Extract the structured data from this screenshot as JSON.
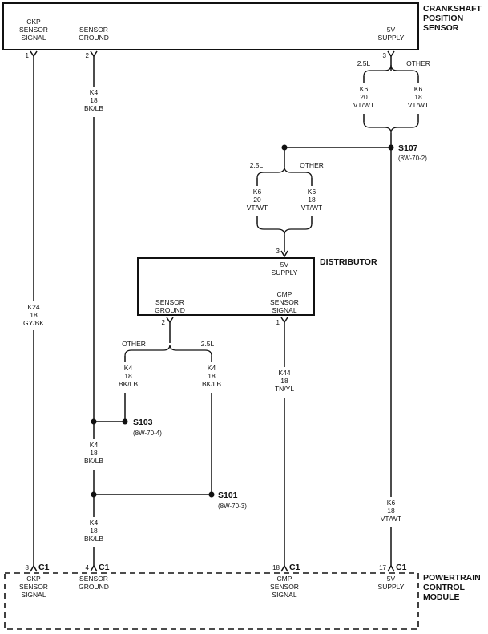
{
  "modules": {
    "ckp": {
      "title": [
        "CRANKSHAFT",
        "POSITION",
        "SENSOR"
      ],
      "pins": [
        {
          "num": "1",
          "label": [
            "CKP",
            "SENSOR",
            "SIGNAL"
          ]
        },
        {
          "num": "2",
          "label": [
            "SENSOR",
            "GROUND"
          ]
        },
        {
          "num": "3",
          "label": [
            "5V",
            "SUPPLY"
          ]
        }
      ]
    },
    "distributor": {
      "title": [
        "DISTRIBUTOR"
      ],
      "pins": [
        {
          "num": "3",
          "label": [
            "5V",
            "SUPPLY"
          ]
        },
        {
          "num": "2",
          "label": [
            "SENSOR",
            "GROUND"
          ]
        },
        {
          "num": "1",
          "label": [
            "CMP",
            "SENSOR",
            "SIGNAL"
          ]
        }
      ]
    },
    "pcm": {
      "title": [
        "POWERTRAIN",
        "CONTROL",
        "MODULE"
      ],
      "connector": "C1",
      "pins": [
        {
          "num": "8",
          "label": [
            "CKP",
            "SENSOR",
            "SIGNAL"
          ]
        },
        {
          "num": "4",
          "label": [
            "SENSOR",
            "GROUND"
          ]
        },
        {
          "num": "18",
          "label": [
            "CMP",
            "SENSOR",
            "SIGNAL"
          ]
        },
        {
          "num": "17",
          "label": [
            "5V",
            "SUPPLY"
          ]
        }
      ]
    }
  },
  "wires": {
    "ckp_signal": [
      "K24",
      "18",
      "GY/BK"
    ],
    "k4_main_top": [
      "K4",
      "18",
      "BK/LB"
    ],
    "k4_other": [
      "K4",
      "18",
      "BK/LB"
    ],
    "k4_25l": [
      "K4",
      "18",
      "BK/LB"
    ],
    "k4_mid": [
      "K4",
      "18",
      "BK/LB"
    ],
    "k4_bottom": [
      "K4",
      "18",
      "BK/LB"
    ],
    "k44": [
      "K44",
      "18",
      "TN/YL"
    ],
    "k6_top_25l": [
      "K6",
      "20",
      "VT/WT"
    ],
    "k6_top_other": [
      "K6",
      "18",
      "VT/WT"
    ],
    "k6_dist_25l": [
      "K6",
      "20",
      "VT/WT"
    ],
    "k6_dist_other": [
      "K6",
      "18",
      "VT/WT"
    ],
    "k6_main": [
      "K6",
      "18",
      "VT/WT"
    ]
  },
  "branches": {
    "ckp_supply": [
      "2.5L",
      "OTHER"
    ],
    "dist_supply": [
      "2.5L",
      "OTHER"
    ],
    "dist_ground": [
      "OTHER",
      "2.5L"
    ]
  },
  "splices": {
    "s107": {
      "name": "S107",
      "ref": "(8W-70-2)"
    },
    "s103": {
      "name": "S103",
      "ref": "(8W-70-4)"
    },
    "s101": {
      "name": "S101",
      "ref": "(8W-70-3)"
    }
  }
}
